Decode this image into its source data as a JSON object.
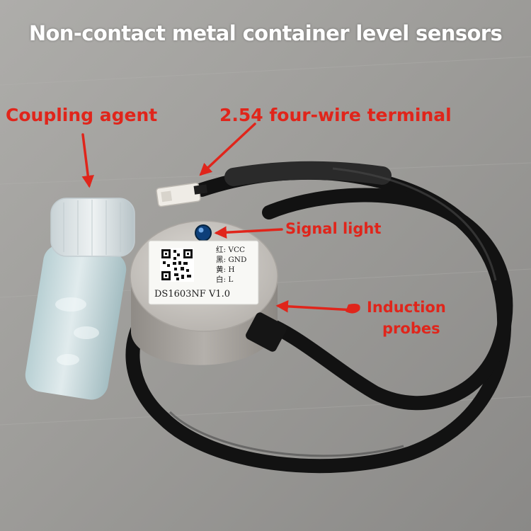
{
  "title": "Non-contact metal container level sensors",
  "labels": {
    "coupling_agent": "Coupling agent",
    "terminal": "2.54 four-wire terminal",
    "signal_light": "Signal light",
    "induction_line1": "Induction",
    "induction_line2": "probes"
  },
  "sensor_label": {
    "wiring": [
      {
        "color_cn": "红:",
        "signal": "VCC"
      },
      {
        "color_cn": "黑:",
        "signal": "GND"
      },
      {
        "color_cn": "黄:",
        "signal": "H"
      },
      {
        "color_cn": "白:",
        "signal": "L"
      }
    ],
    "model": "DS1603NF V1.0"
  },
  "colors": {
    "annotation": "#e0251b",
    "title": "#ffffff",
    "cable": "#121212",
    "sensor_body": "#c4c0bb"
  }
}
